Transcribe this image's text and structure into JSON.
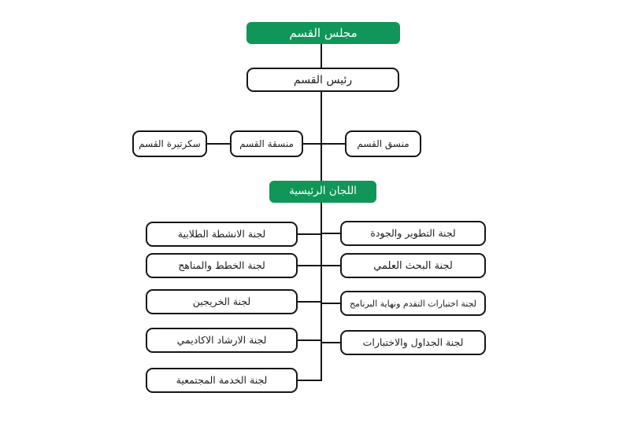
{
  "chart_title": "مجلس القسم",
  "colors": {
    "accent_green": "#0f9658",
    "box_border": "#161616",
    "box_text": "#1d1d1d",
    "background": "#ffffff"
  },
  "nodes": {
    "council": {
      "label": "مجلس القسم"
    },
    "head": {
      "label": "رئيس القسم"
    },
    "secretary": {
      "label": "سكرتيرة القسم"
    },
    "coordinator_female": {
      "label": "منسقة القسم"
    },
    "coordinator_male": {
      "label": "منسق القسم"
    },
    "main_committees": {
      "label": "اللجان الرئيسية"
    },
    "left_committees": [
      {
        "label": "لجنة الانشطة الطلابية"
      },
      {
        "label": "لجنة الخطط والمناهج"
      },
      {
        "label": "لجنة الخريجين"
      },
      {
        "label": "لجنة الارشاد الاكاديمي"
      },
      {
        "label": "لجنة الخدمة المجتمعية"
      }
    ],
    "right_committees": [
      {
        "label": "لجنة التطوير والجودة"
      },
      {
        "label": "لجنة البحث العلمي"
      },
      {
        "label": "لجنة اختبارات التقدم ونهاية البرنامج"
      },
      {
        "label": "لجنة الجداول والاختبارات"
      }
    ]
  }
}
